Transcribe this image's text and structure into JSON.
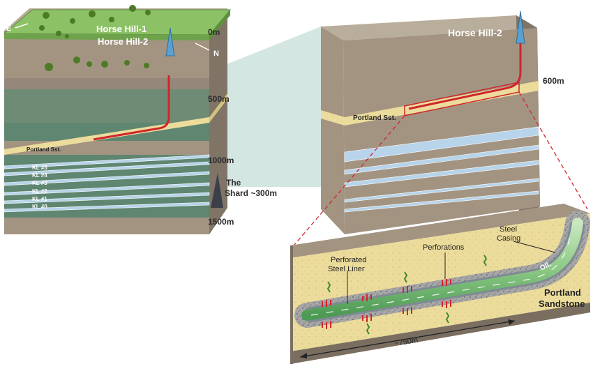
{
  "left_block": {
    "wells": [
      "Horse Hill-1",
      "Horse Hill-2"
    ],
    "compass": {
      "east": "E",
      "north": "N"
    },
    "depths": [
      "0m",
      "500m",
      "1000m",
      "1500m"
    ],
    "layer_label": "Portland Sst.",
    "kimmeridge_labels": [
      "KL #5",
      "KL #4",
      "KL #3",
      "KL #2",
      "KL #1",
      "KL #0"
    ],
    "shard": [
      "The",
      "Shard ~300m"
    ]
  },
  "right_block": {
    "well": "Horse Hill-2",
    "depth": "600m",
    "layer_label": "Portland Sst."
  },
  "cutaway": {
    "perforated_liner": [
      "Perforated",
      "Steel Liner"
    ],
    "perforations": "Perforations",
    "steel_casing": [
      "Steel",
      "Casing"
    ],
    "oil": "OIL",
    "formation": [
      "Portland",
      "Sandstone"
    ],
    "length": "~750m"
  },
  "colors": {
    "surface_green": "#8cc265",
    "rock_brown": "#a39482",
    "shale_green": "#5f8670",
    "sandstone": "#ecdc9c",
    "limestone_blue": "#b7d4ea",
    "wellbore_red": "#d0252b",
    "oil_green": "#8fc98a",
    "zoom_teal": "#d4e6e1"
  }
}
